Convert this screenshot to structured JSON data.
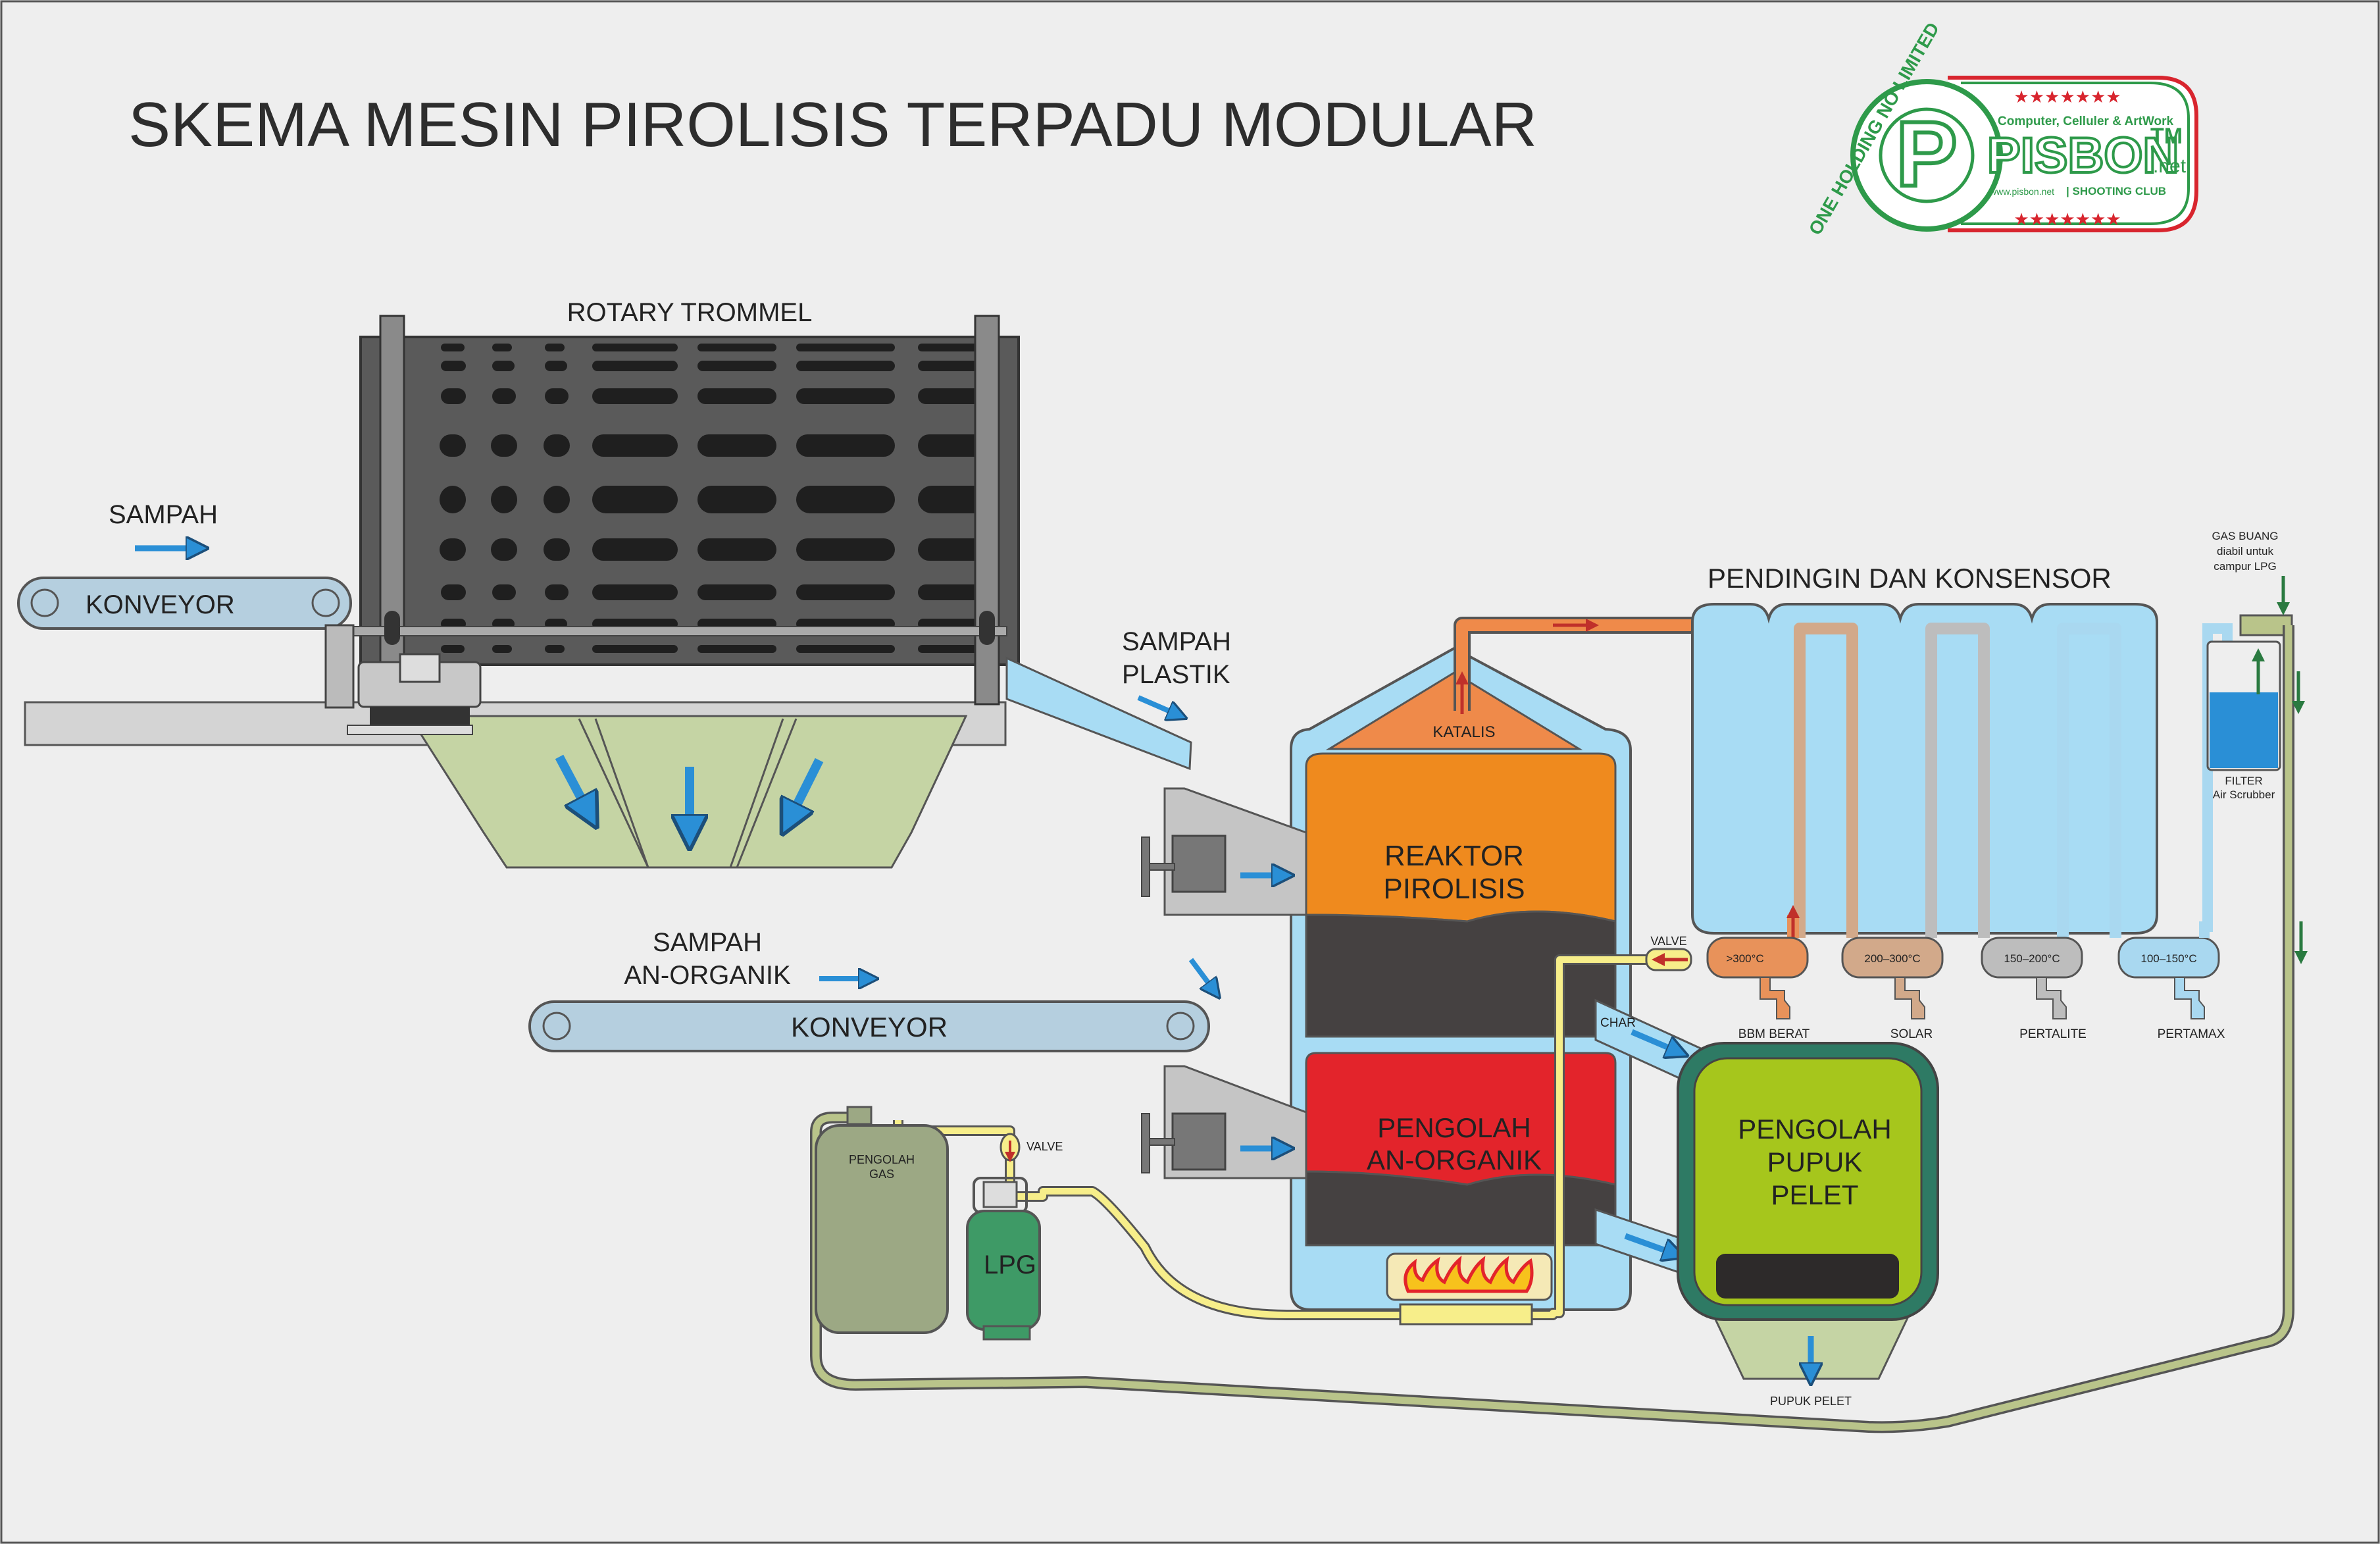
{
  "title": "SKEMA MESIN PIROLISIS TERPADU MODULAR",
  "logo": {
    "brand": "PISBON",
    "tm": "TM",
    "ring_text": "ONE HOLDING NO LIMITED",
    "tagline": "Computer, Celluler & ArtWork",
    "domain_suffix": ".net",
    "website": "www.pisbon.net",
    "club": "| SHOOTING CLUB",
    "stars": "★★★★★★★",
    "colors": {
      "green": "#2e9a4a",
      "red": "#d8252e"
    }
  },
  "labels": {
    "rotary_trommel": "ROTARY TROMMEL",
    "sampah": "SAMPAH",
    "konveyor_top": "KONVEYOR",
    "konveyor_bottom": "KONVEYOR",
    "sampah_plastik_1": "SAMPAH",
    "sampah_plastik_2": "PLASTIK",
    "sampah_anorganik_1": "SAMPAH",
    "sampah_anorganik_2": "AN-ORGANIK",
    "pendingin": "PENDINGIN DAN KONSENSOR",
    "katalis": "KATALIS",
    "reaktor_1": "REAKTOR",
    "reaktor_2": "PIROLISIS",
    "pengolah_ano_1": "PENGOLAH",
    "pengolah_ano_2": "AN-ORGANIK",
    "pupuk_1": "PENGOLAH",
    "pupuk_2": "PUPUK",
    "pupuk_3": "PELET",
    "pupuk_pelet": "PUPUK PELET",
    "char": "CHAR",
    "valve_reactor": "VALVE",
    "valve_lpg": "VALVE",
    "pengolah_gas_1": "PENGOLAH",
    "pengolah_gas_2": "GAS",
    "lpg": "LPG",
    "gas_buang_1": "GAS BUANG",
    "gas_buang_2": "diabil untuk",
    "gas_buang_3": "campur LPG",
    "filter_1": "FILTER",
    "filter_2": "Air Scrubber"
  },
  "condensers": [
    {
      "temp": ">300°C",
      "product": "BBM BERAT",
      "color": "#e8925a"
    },
    {
      "temp": "200–300°C",
      "product": "SOLAR",
      "color": "#d2a98a"
    },
    {
      "temp": "150–200°C",
      "product": "PERTALITE",
      "color": "#bdbdbd"
    },
    {
      "temp": "100–150°C",
      "product": "PERTAMAX",
      "color": "#a9d8f0"
    }
  ],
  "colors": {
    "background": "#eeeeee",
    "vessel": "#a8dcf4",
    "reactor_orange": "#ef8a1e",
    "anorganik_red": "#e3242b",
    "char_dark": "#454141",
    "pupuk_green": "#a6c61c",
    "hopper_green": "#c5d4a4",
    "lpg_green": "#3e9a66",
    "gas_tank": "#9ca884",
    "trommel": "#5a5a5a",
    "conveyor": "#b5cfdf",
    "gas_line": "#f7ee8a",
    "arrow_blue": "#2a8fd6"
  }
}
